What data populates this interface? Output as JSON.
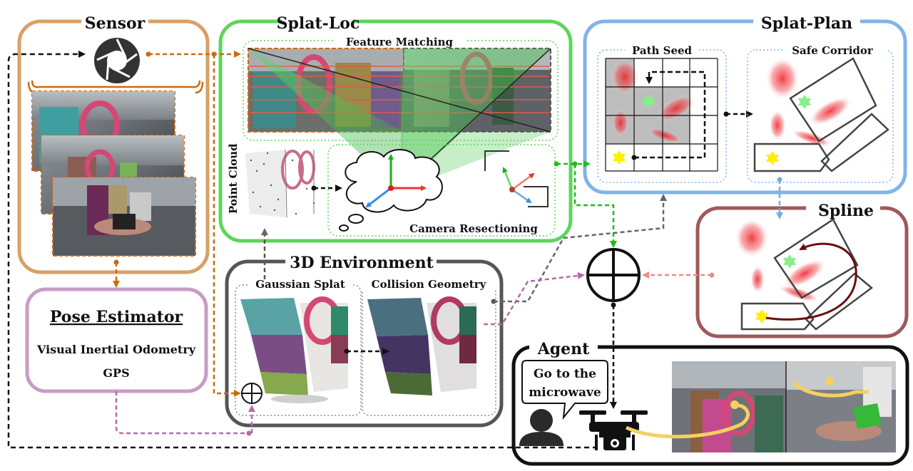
{
  "modules": {
    "sensor": {
      "title": "Sensor"
    },
    "splat_loc": {
      "title": "Splat-Loc",
      "feature_matching": "Feature Matching",
      "point_cloud": "Point Cloud",
      "camera_resectioning": "Camera Resectioning"
    },
    "splat_plan": {
      "title": "Splat-Plan",
      "path_seed": "Path Seed",
      "safe_corridor": "Safe Corridor"
    },
    "spline": {
      "title": "Spline"
    },
    "environment": {
      "title": "3D Environment",
      "gaussian_splat": "Gaussian Splat",
      "collision_geometry": "Collision Geometry"
    },
    "pose_estimator": {
      "title": "Pose Estimator",
      "items": [
        "Visual Inertial Odometry",
        "GPS"
      ]
    },
    "agent": {
      "title": "Agent",
      "speech_line1": "Go to the",
      "speech_line2": "microwave"
    }
  },
  "colors": {
    "sensor": "#d9a066",
    "sensor_arrow": "#cc6a10",
    "splat_loc": "#5dd65a",
    "splat_plan": "#7fb4ea",
    "spline": "#a0585a",
    "environment": "#555555",
    "pose_estimator": "#c99cc4",
    "agent": "#111111",
    "green_arrow": "#1fbb1f",
    "pink_arrow": "#ee8a8a",
    "purple_arrow": "#b46aa8",
    "gray_arrow": "#666666",
    "blue_arrow": "#77aadd",
    "star": "#ffef00",
    "green_star": "#88ee88",
    "path_arrow": "#6b0e0e",
    "yellow_path": "#f5d060"
  }
}
